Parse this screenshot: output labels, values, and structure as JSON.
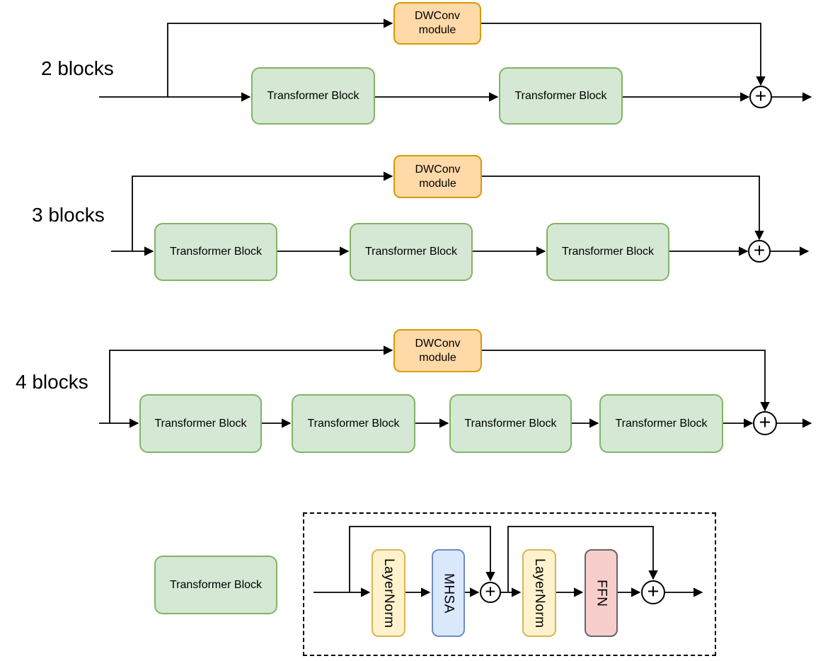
{
  "symbols": {
    "plus": "+"
  },
  "colors": {
    "transformer_block_fill": "#d5e8d4",
    "transformer_block_stroke": "#82b366",
    "dwconv_fill": "#ffd9a8",
    "dwconv_stroke": "#d79b00",
    "layernorm_fill": "#fff2cc",
    "layernorm_stroke": "#d6b656",
    "mhsa_fill": "#dae8fc",
    "mhsa_stroke": "#6c8ebf",
    "ffn_fill": "#f8cecc",
    "ffn_stroke": "#666666",
    "wire": "#000000"
  },
  "rows": [
    {
      "label": "2 blocks",
      "dwconv": {
        "line1": "DWConv",
        "line2": "module"
      },
      "blocks": [
        "Transformer Block",
        "Transformer Block"
      ]
    },
    {
      "label": "3 blocks",
      "dwconv": {
        "line1": "DWConv",
        "line2": "module"
      },
      "blocks": [
        "Transformer Block",
        "Transformer Block",
        "Transformer Block"
      ]
    },
    {
      "label": "4 blocks",
      "dwconv": {
        "line1": "DWConv",
        "line2": "module"
      },
      "blocks": [
        "Transformer Block",
        "Transformer Block",
        "Transformer Block",
        "Transformer Block"
      ]
    }
  ],
  "detail": {
    "legend_label": "Transformer Block",
    "components": [
      {
        "label": "LayerNorm",
        "type": "layernorm"
      },
      {
        "label": "MHSA",
        "type": "mhsa"
      },
      {
        "label": "LayerNorm",
        "type": "layernorm"
      },
      {
        "label": "FFN",
        "type": "ffn"
      }
    ]
  }
}
